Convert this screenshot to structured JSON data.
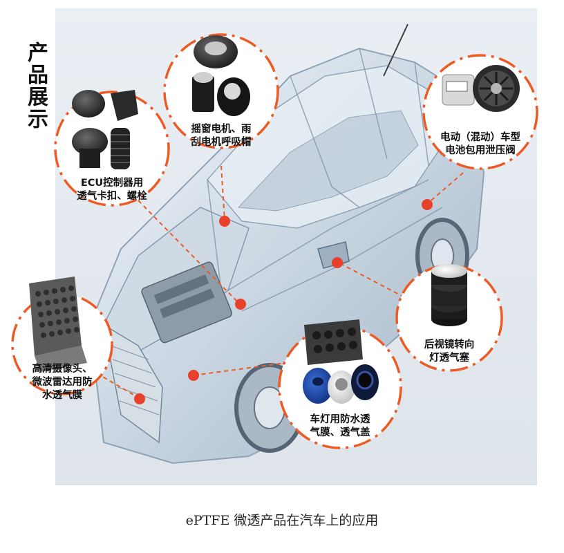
{
  "side_title": "产品展示",
  "caption": "ePTFE 微透产品在汽车上的应用",
  "callouts": {
    "ecu": "ECU控制器用\n透气卡扣、螺栓",
    "window_motor": "摇窗电机、雨\n刮电机呼吸帽",
    "battery": "电动（混动）车型\n电池包用泄压阀",
    "camera": "高清摄像头、\n微波雷达用防\n水透气膜",
    "headlamp": "车灯用防水透\n气膜、透气盖",
    "mirror": "后视镜转向\n灯透气塞"
  },
  "colors": {
    "callout_orange": "#ee5a24",
    "dot_red": "#e8402a"
  }
}
